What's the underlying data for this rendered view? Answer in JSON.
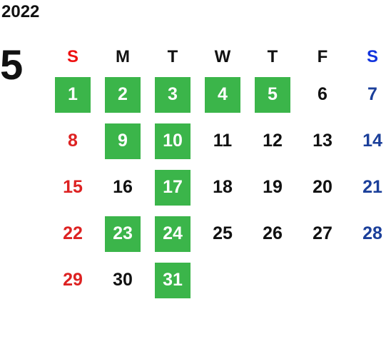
{
  "calendar": {
    "year": "2022",
    "month": "5",
    "weekdays": [
      "S",
      "M",
      "T",
      "W",
      "T",
      "F",
      "S"
    ],
    "days": [
      {
        "label": "1",
        "highlight": true
      },
      {
        "label": "2",
        "highlight": true
      },
      {
        "label": "3",
        "highlight": true
      },
      {
        "label": "4",
        "highlight": true
      },
      {
        "label": "5",
        "highlight": true
      },
      {
        "label": "6",
        "highlight": false
      },
      {
        "label": "7",
        "highlight": false
      },
      {
        "label": "8",
        "highlight": false
      },
      {
        "label": "9",
        "highlight": true
      },
      {
        "label": "10",
        "highlight": true
      },
      {
        "label": "11",
        "highlight": false
      },
      {
        "label": "12",
        "highlight": false
      },
      {
        "label": "13",
        "highlight": false
      },
      {
        "label": "14",
        "highlight": false
      },
      {
        "label": "15",
        "highlight": false
      },
      {
        "label": "16",
        "highlight": false
      },
      {
        "label": "17",
        "highlight": true
      },
      {
        "label": "18",
        "highlight": false
      },
      {
        "label": "19",
        "highlight": false
      },
      {
        "label": "20",
        "highlight": false
      },
      {
        "label": "21",
        "highlight": false
      },
      {
        "label": "22",
        "highlight": false
      },
      {
        "label": "23",
        "highlight": true
      },
      {
        "label": "24",
        "highlight": true
      },
      {
        "label": "25",
        "highlight": false
      },
      {
        "label": "26",
        "highlight": false
      },
      {
        "label": "27",
        "highlight": false
      },
      {
        "label": "28",
        "highlight": false
      },
      {
        "label": "29",
        "highlight": false
      },
      {
        "label": "30",
        "highlight": false
      },
      {
        "label": "31",
        "highlight": true
      }
    ]
  },
  "colors": {
    "highlight": "#3bb54a",
    "sunday": "#dd2222",
    "saturday": "#1b3f9a",
    "text": "#111111"
  }
}
